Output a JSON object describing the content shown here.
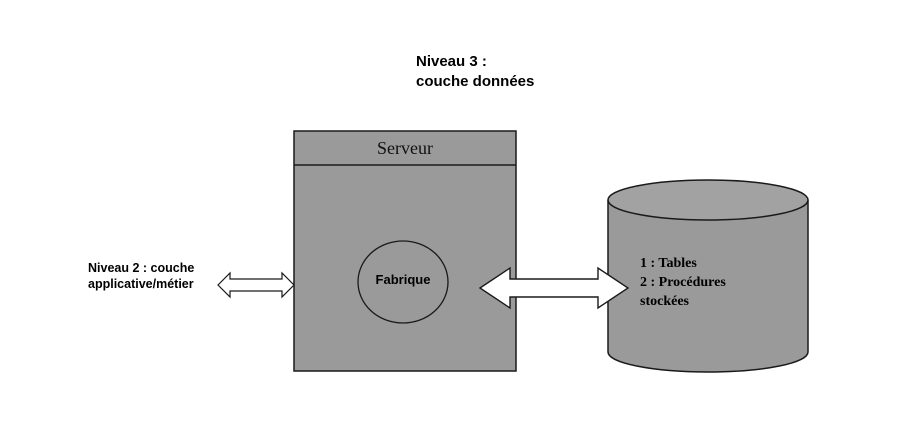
{
  "title": {
    "line1": "Niveau 3 :",
    "line2": "couche  données"
  },
  "left_label": {
    "line1": "Niveau 2 : couche",
    "line2": "applicative/métier"
  },
  "server": {
    "header": "Serveur",
    "component": "Fabrique"
  },
  "database": {
    "line1": "1 : Tables",
    "line2": "2 : Procédures",
    "line3": "stockées"
  },
  "colors": {
    "fill": "#9a9a9a",
    "stroke": "#1a1a1a",
    "background": "#ffffff"
  }
}
